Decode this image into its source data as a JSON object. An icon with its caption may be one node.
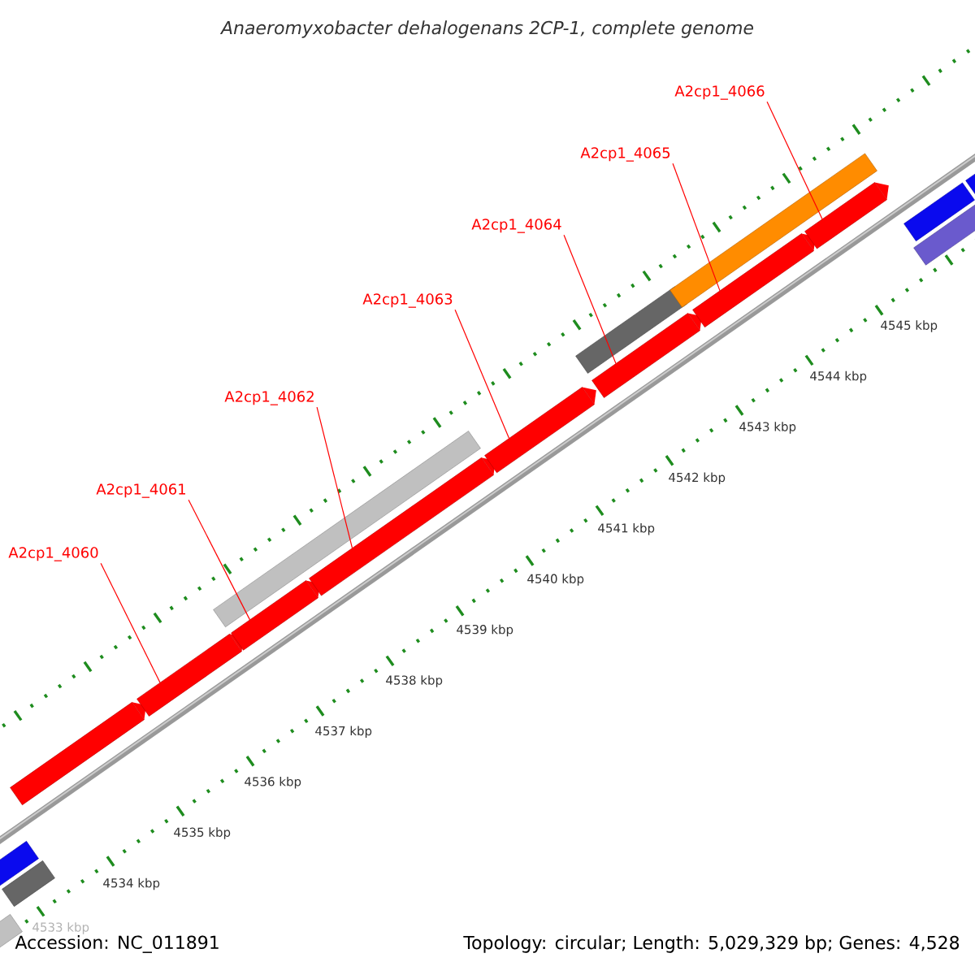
{
  "diagram": {
    "title": "Anaeromyxobacter dehalogenans 2CP-1, complete genome",
    "nodes": [
      {
        "text": [
          "A2cp1_4060"
        ]
      },
      {
        "text": [
          "A2cp1_4061"
        ]
      },
      {
        "text": [
          "A2cp1_4062"
        ]
      },
      {
        "text": [
          "A2cp1_4063"
        ]
      },
      {
        "text": [
          "A2cp1_4064"
        ]
      },
      {
        "text": [
          "A2cp1_4065"
        ]
      },
      {
        "text": [
          "A2cp1_4066"
        ]
      },
      {
        "text": [],
        "shape": "bar"
      },
      {
        "text": [],
        "shape": "bar"
      },
      {
        "text": [],
        "shape": "bar"
      },
      {
        "text": [],
        "shape": "bar"
      },
      {
        "text": [],
        "shape": "bar"
      },
      {
        "text": [],
        "shape": "bar"
      },
      {
        "text": [],
        "shape": "bar"
      },
      {
        "text": [],
        "shape": "bar"
      }
    ],
    "edges": [
      {
        "from": 0,
        "to": 8,
        "arrow": "none"
      },
      {
        "from": 1,
        "to": 9,
        "arrow": "none"
      },
      {
        "from": 2,
        "to": 10,
        "arrow": "none"
      },
      {
        "from": 3,
        "to": 11,
        "arrow": "none"
      },
      {
        "from": 4,
        "to": 12,
        "arrow": "none"
      },
      {
        "from": 5,
        "to": 13,
        "arrow": "none"
      },
      {
        "from": 6,
        "to": 14,
        "arrow": "none"
      }
    ],
    "labels": [
      "4533 kbp",
      "4534 kbp",
      "4535 kbp",
      "4536 kbp",
      "4537 kbp",
      "4538 kbp",
      "4539 kbp",
      "4540 kbp",
      "4541 kbp",
      "4542 kbp",
      "4543 kbp",
      "4544 kbp",
      "4545 kbp",
      "Accession: NC_011891",
      "Topology: circular; Length: 5,029,329 bp; Genes: 4,528"
    ]
  }
}
